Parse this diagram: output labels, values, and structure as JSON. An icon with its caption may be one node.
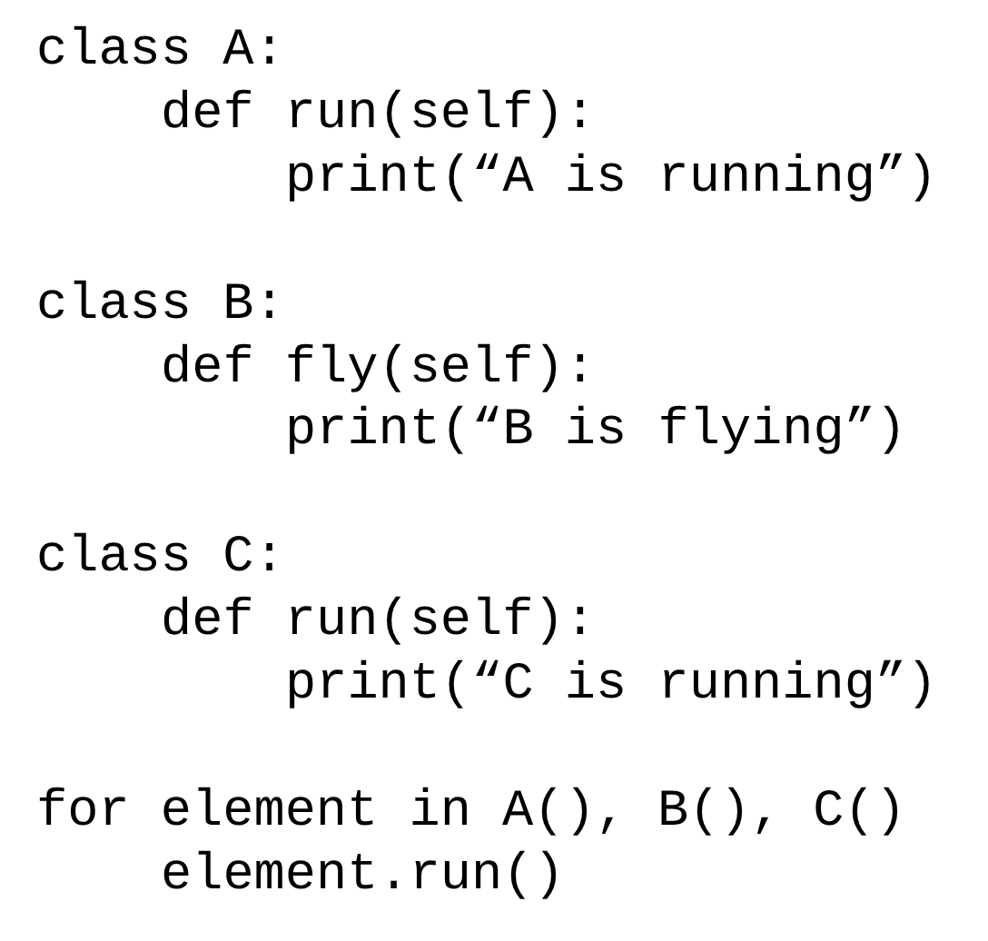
{
  "diagram": {
    "labels": [
      "class A:",
      "def run(self):",
      "print(“A is running”)",
      "class B:",
      "def fly(self):",
      "print(“B is flying”)",
      "class C:",
      "def run(self):",
      "print(“C is running”)",
      "for element in A(), B(), C()",
      "element.run()"
    ]
  }
}
